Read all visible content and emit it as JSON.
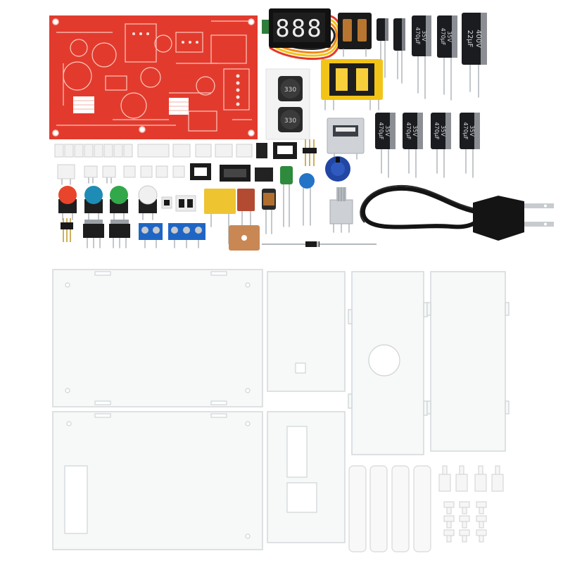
{
  "display": {
    "digits": "888"
  },
  "inductors": [
    "330",
    "330"
  ],
  "capacitors_top": [
    {
      "value": "470μF",
      "voltage": "35V"
    },
    {
      "value": "470μF",
      "voltage": "35V"
    },
    {
      "value": "22μF",
      "voltage": "400V"
    }
  ],
  "capacitors_bottom": [
    {
      "value": "470μF",
      "voltage": "35V"
    },
    {
      "value": "470μF",
      "voltage": "35V"
    },
    {
      "value": "470μF",
      "voltage": "35V"
    },
    {
      "value": "470μF",
      "voltage": "35V"
    }
  ],
  "buttons": [
    {
      "color": "#e8452c"
    },
    {
      "color": "#1e8cb5"
    },
    {
      "color": "#33a84a"
    },
    {
      "color": "#f0f0f0"
    }
  ],
  "colors": {
    "background": "#ffffff",
    "pcb": "#e23b2d",
    "acrylic": "#f7f8f8",
    "capacitor": "#1b1c1f",
    "terminal_block": "#1f66c4",
    "transformer": "#f2c417",
    "cable": "#141414"
  }
}
